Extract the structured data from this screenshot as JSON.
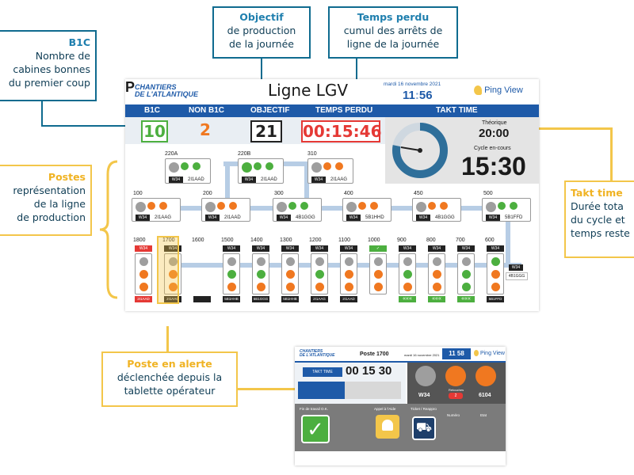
{
  "callouts": {
    "b1c": {
      "title": "B1C",
      "l1": "Nombre de",
      "l2": "cabines bonnes",
      "l3": "du premier coup"
    },
    "objectif": {
      "title": "Objectif",
      "l1": "de production",
      "l2": "de la journée"
    },
    "temps_perdu": {
      "title": "Temps perdu",
      "l1": "cumul des arrêts de",
      "l2": "ligne de la journée"
    },
    "postes": {
      "title": "Postes",
      "l1": "représentation",
      "l2": "de la ligne",
      "l3": "de production"
    },
    "takt": {
      "title": "Takt time",
      "l1": "Durée tota",
      "l2": "du cycle et",
      "l3": "temps reste"
    },
    "alerte": {
      "title": "Poste en alerte",
      "l1": "déclenchée depuis la",
      "l2": "tablette opérateur"
    }
  },
  "dashboard": {
    "logo_l1": "CHANTIERS",
    "logo_l2": "DE L'ATLANTIQUE",
    "title": "Ligne LGV",
    "date": "mardi 16 novembre 2021",
    "hour": "11",
    "minute": "56",
    "brand": "Ping View",
    "headers": {
      "b1c": "B1C",
      "non_b1c": "NON B1C",
      "objectif": "OBJECTIF",
      "temps_perdu": "TEMPS PERDU",
      "takt": "TAKT TIME"
    },
    "values": {
      "b1c": "10",
      "non_b1c": "2",
      "objectif": "21",
      "temps_perdu": "00:15:46"
    },
    "takt": {
      "theo_label": "Théorique",
      "theo_value": "20:00",
      "cycle_label": "Cycle en-cours",
      "cycle_value": "15:30",
      "progress": 0.78
    },
    "colors": {
      "band": "#1e5aa8",
      "b1c": "#4caf3f",
      "non_b1c": "#f07820",
      "temps_perdu": "#e53935"
    },
    "upper_stations": [
      {
        "num": "220A",
        "tag": "W34",
        "code": "2I1AAD",
        "dots": [
          "g",
          "gr",
          "gr"
        ]
      },
      {
        "num": "220B",
        "tag": "W34",
        "code": "2I1AAD",
        "dots": [
          "gr",
          "gr",
          "gr"
        ]
      },
      {
        "num": "310",
        "tag": "W34",
        "code": "2I1AAG",
        "dots": [
          "g",
          "o",
          "o"
        ]
      }
    ],
    "mid_stations": [
      {
        "num": "100",
        "tag": "W34",
        "code": "2I1AAG",
        "dots": [
          "g",
          "o",
          "o"
        ]
      },
      {
        "num": "200",
        "tag": "W34",
        "code": "2I1AAD",
        "dots": [
          "g",
          "o",
          "o"
        ]
      },
      {
        "num": "300",
        "tag": "W34",
        "code": "4B1GGG",
        "dots": [
          "g",
          "gr",
          "gr"
        ]
      },
      {
        "num": "400",
        "tag": "W34",
        "code": "5B1HHD",
        "dots": [
          "g",
          "o",
          "o"
        ]
      },
      {
        "num": "450",
        "tag": "W34",
        "code": "4B1GGG",
        "dots": [
          "g",
          "o",
          "o"
        ]
      },
      {
        "num": "500",
        "tag": "W34",
        "code": "5B1FFD",
        "dots": [
          "g",
          "gr",
          "gr"
        ]
      }
    ],
    "bottom_stations": [
      {
        "num": "1800",
        "code": "2I1AAD"
      },
      {
        "num": "1700",
        "code": "2I1AAG"
      },
      {
        "num": "1600",
        "code": "",
        "parking": "P"
      },
      {
        "num": "1500",
        "code": "5B1HHB"
      },
      {
        "num": "1400",
        "code": "6B1GGG"
      },
      {
        "num": "1300",
        "code": "5B1HHB"
      },
      {
        "num": "1200",
        "code": "2I1AAG"
      },
      {
        "num": "1100",
        "code": "2I1AAD"
      },
      {
        "num": "1000",
        "code": ""
      },
      {
        "num": "900",
        "code": "«««"
      },
      {
        "num": "800",
        "code": "«««"
      },
      {
        "num": "700",
        "code": "«««"
      },
      {
        "num": "600",
        "code": "5B1FFD"
      }
    ],
    "tag_w34": "W34",
    "side_tag": "W34",
    "side_code": "4B1GGG"
  },
  "tablet": {
    "logo_l1": "CHANTIERS",
    "logo_l2": "DE L'ATLANTIQUE",
    "poste": "Poste 1700",
    "date": "mardi 16 novembre 2021",
    "time": "11 58",
    "brand": "Ping View",
    "takt_label": "TAKT TIME",
    "takt_value": "00 15 30",
    "progress": 0.45,
    "tag": "W34",
    "number": "6104",
    "badge_label": "Retouches",
    "badge_value": "2",
    "btn_fin": "Fin de travail O.K.",
    "btn_aide": "Appel à l'Aide",
    "ticket": "Ticket / Reappro",
    "col_numero": "Numéro",
    "col_etat": "Etat"
  }
}
